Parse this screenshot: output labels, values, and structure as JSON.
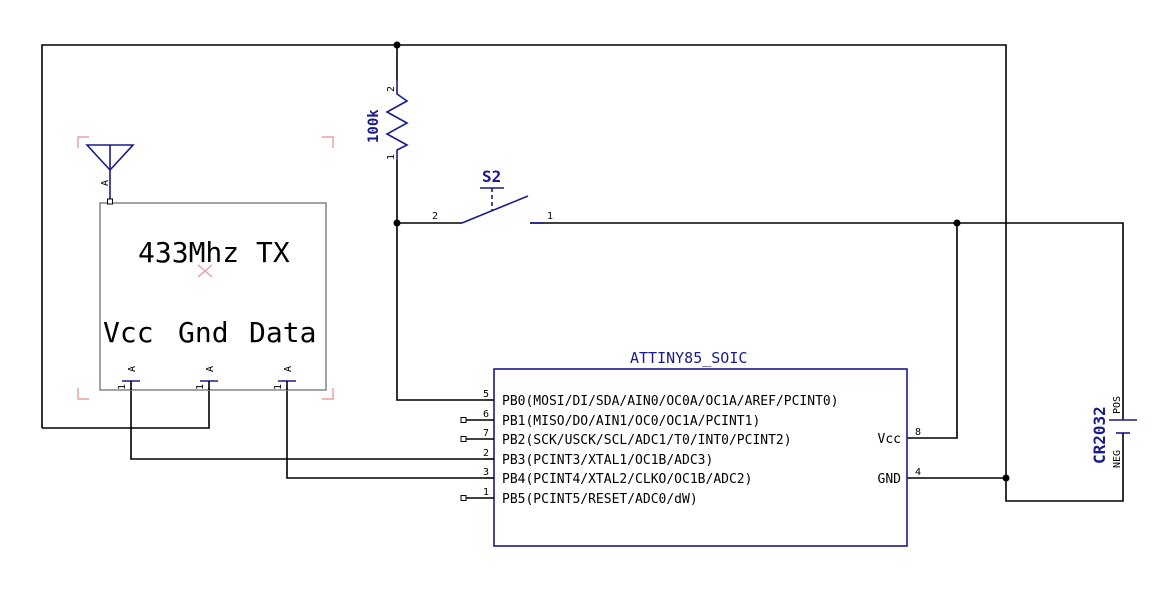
{
  "rf_module": {
    "title": "433Mhz TX",
    "pins": [
      "Vcc",
      "Gnd",
      "Data"
    ],
    "antenna_pin": "A",
    "pin_letter": "A",
    "pin_number": "1"
  },
  "resistor": {
    "value": "100k",
    "pin_top": "2",
    "pin_bottom": "1"
  },
  "switch": {
    "name": "S2",
    "pin_left": "2",
    "pin_right": "1"
  },
  "mcu": {
    "name": "ATTINY85_SOIC",
    "left_pins": [
      {
        "num": "5",
        "label": "PB0(MOSI/DI/SDA/AIN0/OC0A/OC1A/AREF/PCINT0)"
      },
      {
        "num": "6",
        "label": "PB1(MISO/DO/AIN1/OC0/OC1A/PCINT1)"
      },
      {
        "num": "7",
        "label": "PB2(SCK/USCK/SCL/ADC1/T0/INT0/PCINT2)"
      },
      {
        "num": "2",
        "label": "PB3(PCINT3/XTAL1/OC1B/ADC3)"
      },
      {
        "num": "3",
        "label": "PB4(PCINT4/XTAL2/CLKO/OC1B/ADC2)"
      },
      {
        "num": "1",
        "label": "PB5(PCINT5/RESET/ADC0/dW)"
      }
    ],
    "right_pins": [
      {
        "num": "8",
        "label": "Vcc"
      },
      {
        "num": "4",
        "label": "GND"
      }
    ]
  },
  "battery": {
    "name": "CR2032",
    "pos": "POS",
    "neg": "NEG"
  },
  "colors": {
    "wire": "#000000",
    "component": "#1a1a8c",
    "module_outline": "#8c8c8c",
    "frame_marks": "#e8a0a0"
  }
}
